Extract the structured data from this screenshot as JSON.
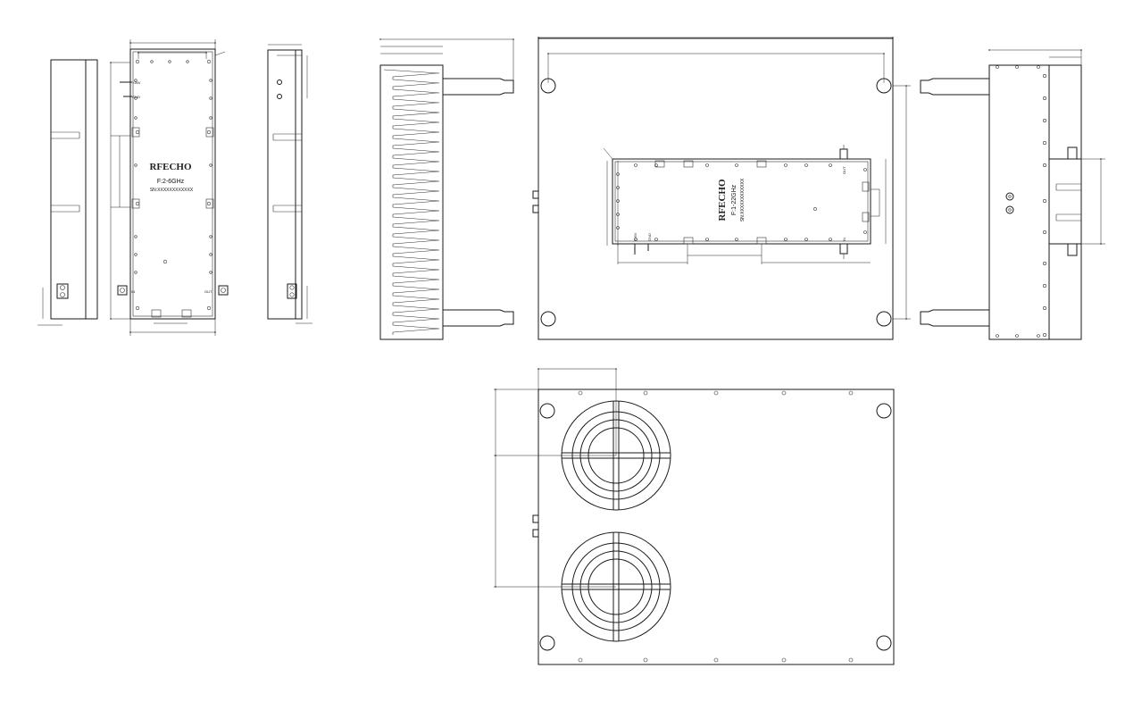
{
  "view_left": {
    "brand": "RFECHO",
    "freq": "F:2-6GHz",
    "serial": "SN:XXXXXXXXXXXX",
    "pin_power": "+26V",
    "pin_gnd": "GND",
    "port_in": "IN",
    "port_out": "OUT"
  },
  "view_right": {
    "brand": "RFECHO",
    "freq": "F:1-22GHz",
    "serial": "SN:XXXXXXXXXXXX",
    "pin_power": "+26V",
    "pin_gnd": "GND",
    "port_in": "IN",
    "port_out": "OUT"
  }
}
